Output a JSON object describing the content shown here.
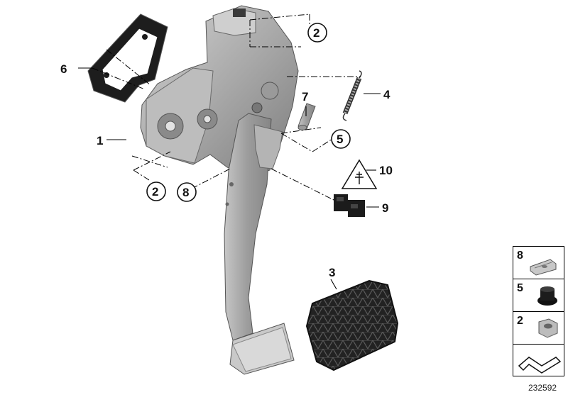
{
  "diagram_id": "232592",
  "callouts": [
    {
      "id": "c1",
      "label": "1",
      "circled": false
    },
    {
      "id": "c2a",
      "label": "2",
      "circled": true
    },
    {
      "id": "c2b",
      "label": "2",
      "circled": true
    },
    {
      "id": "c3",
      "label": "3",
      "circled": false
    },
    {
      "id": "c4",
      "label": "4",
      "circled": false
    },
    {
      "id": "c5",
      "label": "5",
      "circled": true
    },
    {
      "id": "c6",
      "label": "6",
      "circled": false
    },
    {
      "id": "c7",
      "label": "7",
      "circled": false
    },
    {
      "id": "c8",
      "label": "8",
      "circled": true
    },
    {
      "id": "c9",
      "label": "9",
      "circled": false
    },
    {
      "id": "c10",
      "label": "10",
      "circled": false
    }
  ],
  "legend": [
    {
      "label": "8",
      "icon": "clip-nut-icon"
    },
    {
      "label": "5",
      "icon": "rubber-grommet-icon"
    },
    {
      "label": "2",
      "icon": "hex-nut-icon"
    },
    {
      "label": "",
      "icon": "folded-sheet-icon"
    }
  ]
}
